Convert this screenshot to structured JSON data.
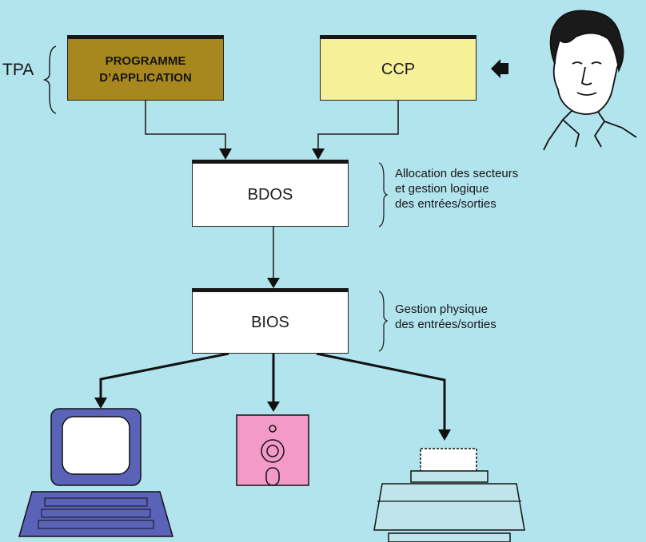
{
  "tpa": {
    "label": "TPA"
  },
  "boxes": {
    "programme_line1": "PROGRAMME",
    "programme_line2": "D’APPLICATION",
    "ccp": "CCP",
    "bdos": "BDOS",
    "bios": "BIOS"
  },
  "notes": {
    "bdos_line1": "Allocation des secteurs",
    "bdos_line2": "et gestion logique",
    "bdos_line3": "des entrées/sorties",
    "bios_line1": "Gestion physique",
    "bios_line2": "des entrées/sorties"
  },
  "colors": {
    "background": "#b2e4ee",
    "programme": "#a8881e",
    "ccp": "#f6f199",
    "terminal": "#5a63b8",
    "diskette": "#f49ac8",
    "printer": "#bfe5ec"
  },
  "icons": [
    "user-portrait-icon",
    "input-arrow-icon",
    "terminal-icon",
    "floppy-disk-icon",
    "printer-icon"
  ]
}
